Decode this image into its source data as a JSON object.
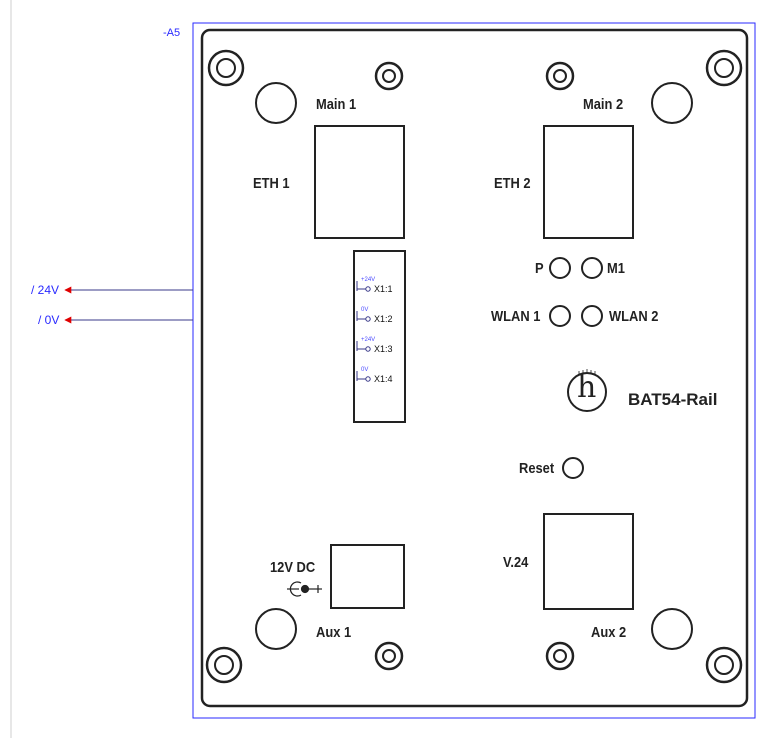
{
  "device": {
    "ref": "-A5",
    "model": "BAT54-Rail",
    "logo_glyph": "h",
    "colors": {
      "frame": "#2a2aff",
      "plate": "#222222",
      "arrow": "#e00000",
      "wire": "#3a3a8a"
    }
  },
  "ports": {
    "main1": "Main 1",
    "main2": "Main 2",
    "eth1": "ETH 1",
    "eth2": "ETH 2",
    "dc": "12V DC",
    "v24": "V.24",
    "aux1": "Aux 1",
    "aux2": "Aux 2",
    "reset": "Reset"
  },
  "leds": {
    "p": "P",
    "m1": "M1",
    "wlan1": "WLAN 1",
    "wlan2": "WLAN 2"
  },
  "terminals": [
    {
      "pin": "X1:1",
      "signal": "+24V"
    },
    {
      "pin": "X1:2",
      "signal": "0V"
    },
    {
      "pin": "X1:3",
      "signal": "+24V"
    },
    {
      "pin": "X1:4",
      "signal": "0V"
    }
  ],
  "wires": [
    {
      "label": "/ 24V"
    },
    {
      "label": "/ 0V"
    }
  ]
}
